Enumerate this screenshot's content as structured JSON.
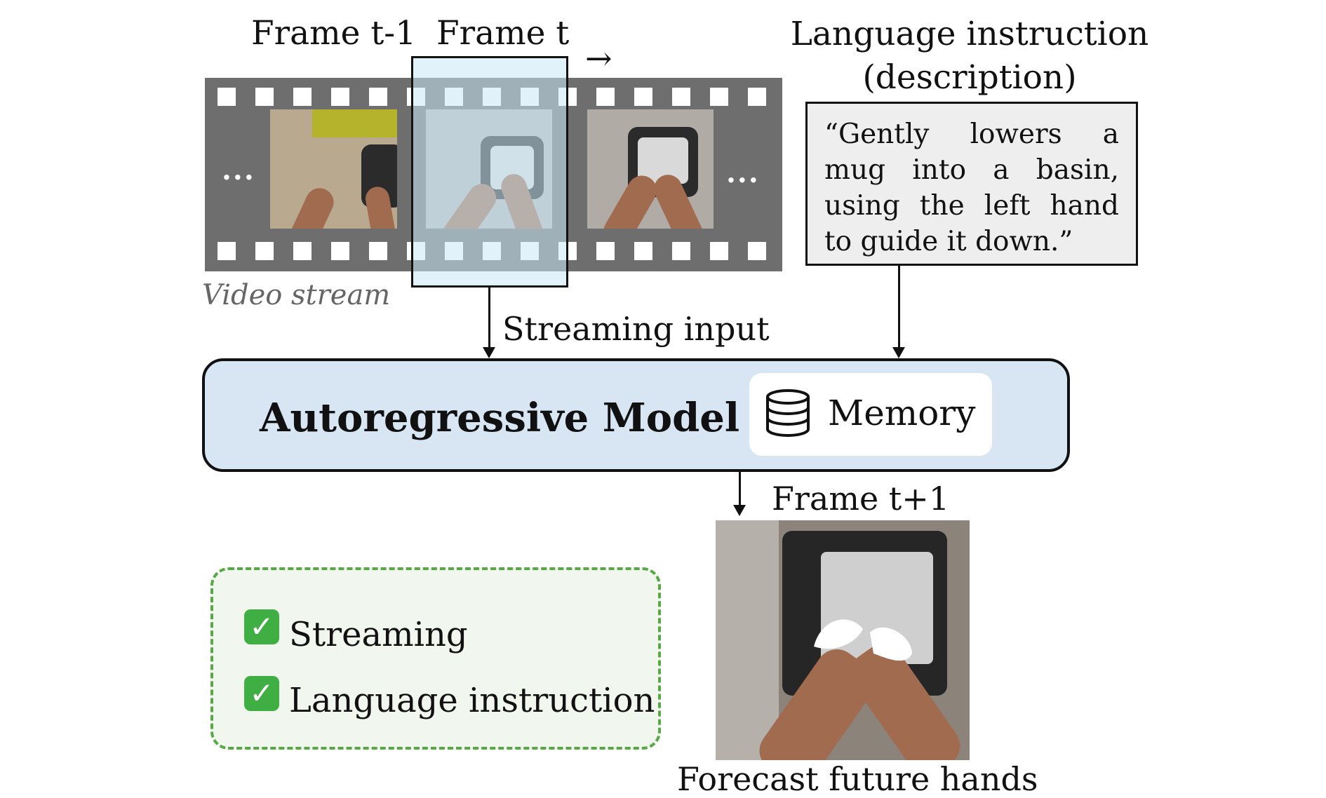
{
  "frames": {
    "prev_label": "Frame t-1",
    "current_label": "Frame t",
    "next_label": "Frame t+1",
    "direction_arrow": "→",
    "ellipsis": "..."
  },
  "video_stream_label": "Video stream",
  "language": {
    "title_line1": "Language instruction",
    "title_line2": "(description)",
    "instruction_text": "“Gently lowers a mug into a basin, using the left hand to guide it down.”"
  },
  "streaming_input_label": "Streaming input",
  "model": {
    "title": "Autoregressive Model",
    "memory_label": "Memory",
    "memory_icon": "database-icon"
  },
  "features": [
    {
      "label": "Streaming",
      "icon": "check-box-icon"
    },
    {
      "label": "Language instruction",
      "icon": "check-box-icon"
    }
  ],
  "output_caption": "Forecast future hands",
  "colors": {
    "filmstrip": "#6e6e6e",
    "model_fill": "#d8e6f4",
    "features_border": "#58a846",
    "check_green": "#3fae43",
    "instruction_fill": "#eeeeee"
  }
}
